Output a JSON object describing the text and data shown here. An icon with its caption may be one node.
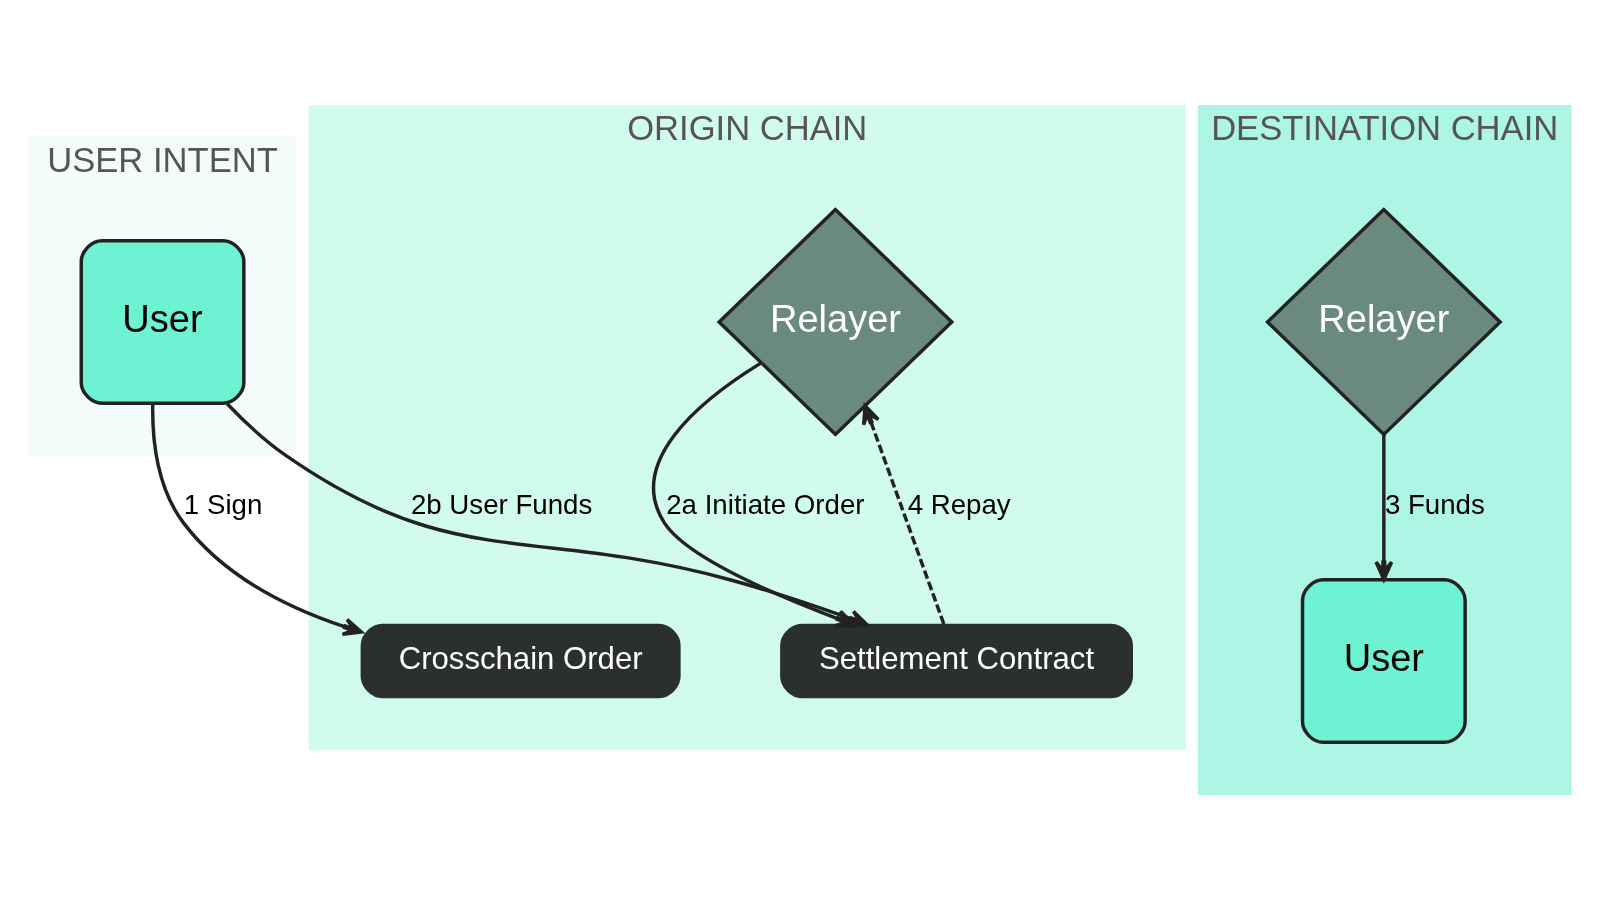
{
  "diagram": {
    "nodes": [
      {
        "text": [
          "USER INTENT"
        ]
      },
      {
        "text": [
          "ORIGIN CHAIN"
        ]
      },
      {
        "text": [
          "DESTINATION CHAIN"
        ]
      },
      {
        "text": [
          "User"
        ],
        "in": 0
      },
      {
        "text": [
          "Crosschain Order"
        ],
        "in": 1
      },
      {
        "text": [
          "Relayer"
        ],
        "in": 1
      },
      {
        "text": [
          "Settlement Contract"
        ],
        "in": 1
      },
      {
        "text": [
          "User"
        ],
        "in": 2
      },
      {
        "text": [
          "Relayer"
        ],
        "in": 2
      }
    ],
    "edges": [
      {
        "from": 3,
        "to": 4,
        "arrow": "to",
        "label": "1 Sign"
      },
      {
        "from": 3,
        "to": 6,
        "arrow": "to",
        "label": "2b User Funds"
      },
      {
        "from": 5,
        "to": 6,
        "arrow": "to",
        "label": "2a Initiate Order"
      },
      {
        "from": 6,
        "to": 5,
        "arrow": "to",
        "label": "4 Repay",
        "style": "dashed"
      },
      {
        "from": 8,
        "to": 7,
        "arrow": "to",
        "label": "3 Funds"
      }
    ]
  }
}
